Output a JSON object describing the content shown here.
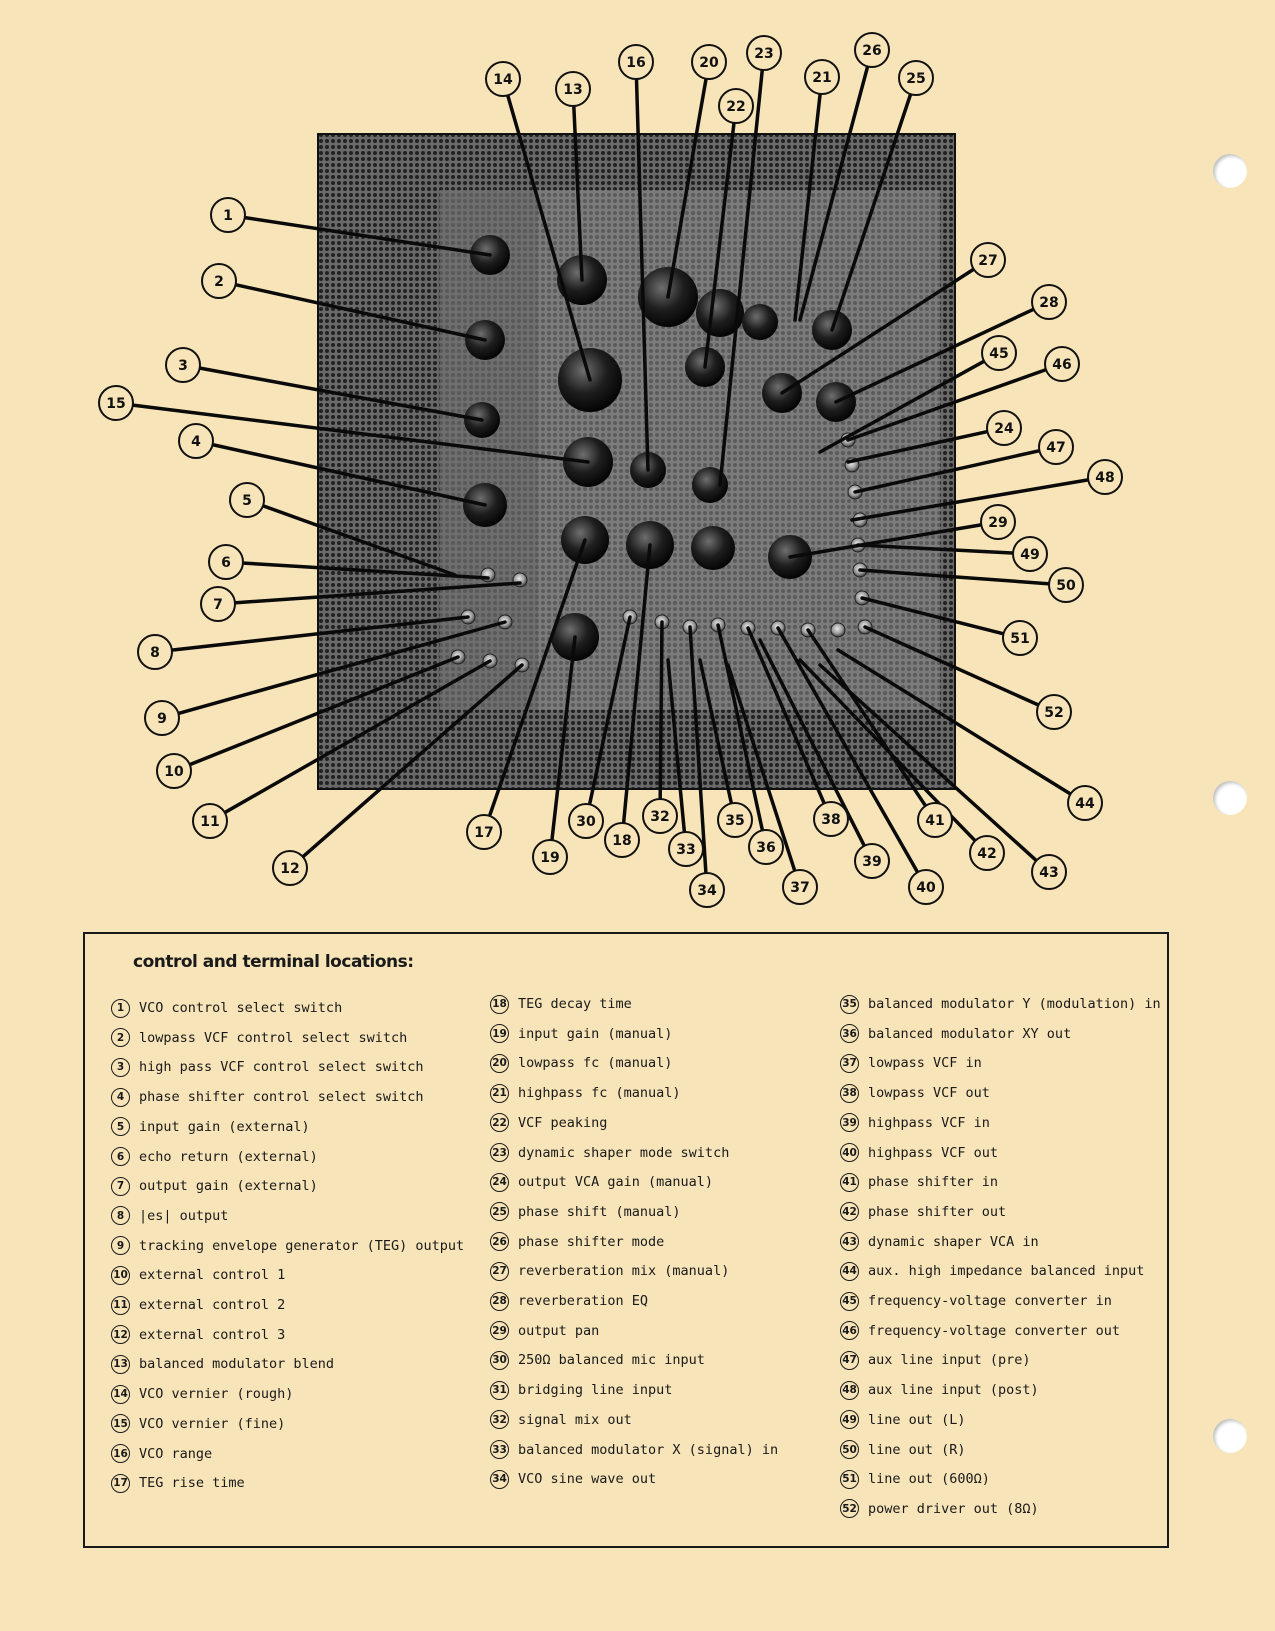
{
  "legend": {
    "title": "control and terminal locations:",
    "columns": [
      [
        {
          "n": "1",
          "label": "VCO control select switch"
        },
        {
          "n": "2",
          "label": "lowpass VCF control select switch"
        },
        {
          "n": "3",
          "label": "high pass VCF control select switch"
        },
        {
          "n": "4",
          "label": "phase shifter control select switch"
        },
        {
          "n": "5",
          "label": "input gain (external)"
        },
        {
          "n": "6",
          "label": "echo return (external)"
        },
        {
          "n": "7",
          "label": "output gain (external)"
        },
        {
          "n": "8",
          "label": "|es| output"
        },
        {
          "n": "9",
          "label": "tracking envelope generator (TEG) output"
        },
        {
          "n": "10",
          "label": "external control 1"
        },
        {
          "n": "11",
          "label": "external control 2"
        },
        {
          "n": "12",
          "label": "external control 3"
        },
        {
          "n": "13",
          "label": "balanced modulator blend"
        },
        {
          "n": "14",
          "label": "VCO vernier (rough)"
        },
        {
          "n": "15",
          "label": "VCO vernier (fine)"
        },
        {
          "n": "16",
          "label": "VCO range"
        },
        {
          "n": "17",
          "label": "TEG rise time"
        }
      ],
      [
        {
          "n": "18",
          "label": "TEG decay time"
        },
        {
          "n": "19",
          "label": "input gain (manual)"
        },
        {
          "n": "20",
          "label": "lowpass fc (manual)"
        },
        {
          "n": "21",
          "label": "highpass fc (manual)"
        },
        {
          "n": "22",
          "label": "VCF peaking"
        },
        {
          "n": "23",
          "label": "dynamic shaper mode switch"
        },
        {
          "n": "24",
          "label": "output VCA gain (manual)"
        },
        {
          "n": "25",
          "label": "phase shift (manual)"
        },
        {
          "n": "26",
          "label": "phase shifter mode"
        },
        {
          "n": "27",
          "label": "reverberation mix (manual)"
        },
        {
          "n": "28",
          "label": "reverberation EQ"
        },
        {
          "n": "29",
          "label": "output pan"
        },
        {
          "n": "30",
          "label": "250Ω balanced mic input"
        },
        {
          "n": "31",
          "label": "bridging line input"
        },
        {
          "n": "32",
          "label": "signal mix out"
        },
        {
          "n": "33",
          "label": "balanced modulator X (signal) in"
        },
        {
          "n": "34",
          "label": "VCO sine wave out"
        }
      ],
      [
        {
          "n": "35",
          "label": "balanced modulator Y (modulation) in"
        },
        {
          "n": "36",
          "label": "balanced modulator XY out"
        },
        {
          "n": "37",
          "label": "lowpass VCF in"
        },
        {
          "n": "38",
          "label": "lowpass VCF out"
        },
        {
          "n": "39",
          "label": "highpass VCF in"
        },
        {
          "n": "40",
          "label": "highpass VCF out"
        },
        {
          "n": "41",
          "label": "phase shifter in"
        },
        {
          "n": "42",
          "label": "phase shifter out"
        },
        {
          "n": "43",
          "label": "dynamic shaper VCA in"
        },
        {
          "n": "44",
          "label": "aux. high impedance balanced input"
        },
        {
          "n": "45",
          "label": "frequency-voltage converter in"
        },
        {
          "n": "46",
          "label": "frequency-voltage converter out"
        },
        {
          "n": "47",
          "label": "aux line input (pre)"
        },
        {
          "n": "48",
          "label": "aux line input (post)"
        },
        {
          "n": "49",
          "label": "line out (L)"
        },
        {
          "n": "50",
          "label": "line out (R)"
        },
        {
          "n": "51",
          "label": "line out (600Ω)"
        },
        {
          "n": "52",
          "label": "power driver out (8Ω)"
        }
      ]
    ]
  },
  "callouts": [
    "1",
    "2",
    "3",
    "4",
    "5",
    "6",
    "7",
    "8",
    "9",
    "10",
    "11",
    "12",
    "13",
    "14",
    "15",
    "16",
    "17",
    "18",
    "19",
    "20",
    "21",
    "22",
    "23",
    "24",
    "25",
    "26",
    "27",
    "28",
    "29",
    "30",
    "32",
    "33",
    "34",
    "35",
    "36",
    "37",
    "38",
    "39",
    "40",
    "41",
    "42",
    "43",
    "44",
    "45",
    "46",
    "47",
    "48",
    "49",
    "50",
    "51",
    "52"
  ],
  "colors": {
    "paper": "#f7e4b8",
    "ink": "#111111",
    "panel": "#3a3a3a"
  }
}
